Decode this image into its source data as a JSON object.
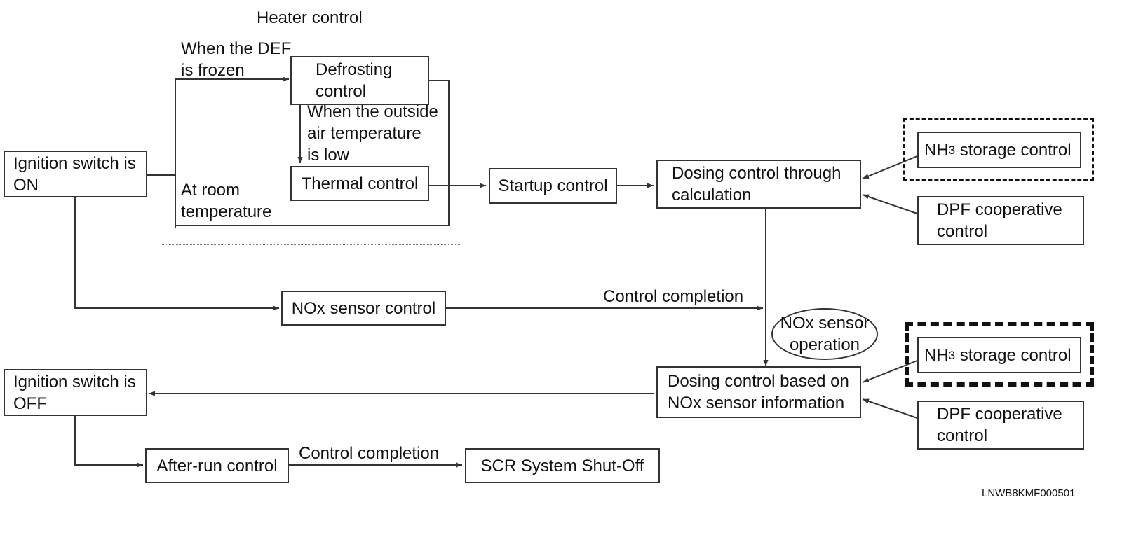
{
  "heater_group": {
    "title": "Heater control"
  },
  "labels": {
    "def_frozen": "When the DEF\nis frozen",
    "outside_low": "When the outside\nair temperature\nis low",
    "room_temp": "At room\ntemperature",
    "control_completion_1": "Control completion",
    "control_completion_2": "Control completion",
    "figure_code": "LNWB8KMF000501"
  },
  "boxes": {
    "ignition_on": "Ignition switch is\nON",
    "defrosting": "Defrosting\ncontrol",
    "thermal": "Thermal control",
    "startup": "Startup control",
    "dosing_calc": "Dosing control through\ncalculation",
    "nh3_storage_1_prefix": "NH",
    "nh3_storage_1_sub": "3",
    "nh3_storage_1_suffix": " storage control",
    "dpf_coop_1": "DPF cooperative\ncontrol",
    "nox_sensor_control": "NOx sensor control",
    "nox_sensor_operation": "NOx sensor\noperation",
    "dosing_nox": "Dosing control based on\nNOx sensor information",
    "nh3_storage_2_prefix": "NH",
    "nh3_storage_2_sub": "3",
    "nh3_storage_2_suffix": " storage control",
    "dpf_coop_2": "DPF cooperative\ncontrol",
    "ignition_off": "Ignition switch is\nOFF",
    "after_run": "After-run control",
    "scr_shutoff": "SCR System Shut-Off"
  }
}
